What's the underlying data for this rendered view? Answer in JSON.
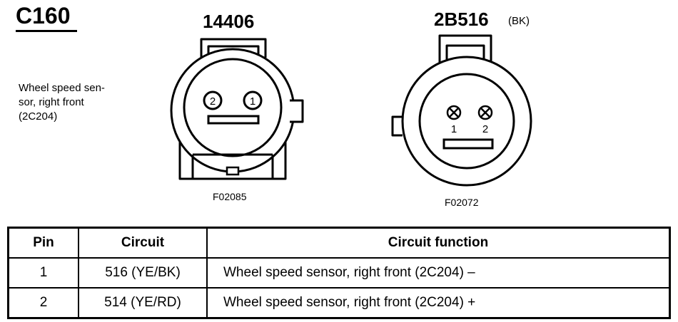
{
  "connector": {
    "id": "C160",
    "description": "Wheel speed sen-\nsor, right front\n(2C204)"
  },
  "connector_views": [
    {
      "part_number": "14406",
      "color": "",
      "pins": [
        "2",
        "1"
      ],
      "figure": "F02085"
    },
    {
      "part_number": "2B516",
      "color": "(BK)",
      "pins": [
        "1",
        "2"
      ],
      "figure": "F02072"
    }
  ],
  "table": {
    "headers": [
      "Pin",
      "Circuit",
      "Circuit function"
    ],
    "rows": [
      {
        "pin": "1",
        "circuit": "516 (YE/BK)",
        "function": "Wheel speed sensor, right front (2C204) –"
      },
      {
        "pin": "2",
        "circuit": "514 (YE/RD)",
        "function": "Wheel speed sensor, right front (2C204) +"
      }
    ]
  }
}
